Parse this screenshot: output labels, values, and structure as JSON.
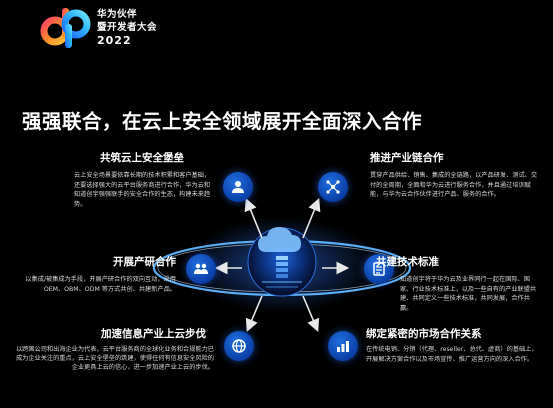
{
  "brand": {
    "line1": "华为伙伴",
    "line2": "暨开发者大会",
    "year": "2022"
  },
  "headline": "强强联合，在云上安全领域展开全面深入合作",
  "blocks": {
    "top_left": {
      "title": "共筑云上安全堡垒",
      "desc": "云上安全场景要依靠长期的技术积累和客户基础，还要选择强大的云平台服务商进行合作，华为云和知道创宇强强联手的安全合作的生态，构建未来趋势。"
    },
    "mid_left": {
      "title": "开展产研合作",
      "desc": "以集成/被集成为手段，开展产研合作的双向互动，采用OEM、OBM、ODM 等方式共创、共建新产品。"
    },
    "bottom_left": {
      "title": "加速信息产业上云步伐",
      "desc": "以跨国公司和出海企业为代表，云平台服务商的全球化业务和合规能力已成为企业关注的重点，云上安全堡垒的筑建，使得任何有信息安全风险的企业更具上云的信心，进一步加速产业上云的步伐。"
    },
    "top_right": {
      "title": "推进产业链合作",
      "desc": "贯穿产品供给、销售、集成的全链路，以产品研发、测试、交付的全周期，全面和华为云进行服务合作，并且通过培训赋能，与华为云合作伙伴进行产品、服务的合作。"
    },
    "mid_right": {
      "title": "共建技术标准",
      "desc": "知道创宇将于华为云及业界同行一起在国际、国家、行业技术标准上，以及一些自有的产业联盟共建、共同定义一些技术标准，共同发展，合作共赢。"
    },
    "bottom_right": {
      "title": "绑定紧密的市场合作关系",
      "desc": "在传统电销、分销（代理、reseller、总代、虚商）的基础上，开展解决方案合作以及市场宣传、推广运营方向的深入合作。"
    }
  },
  "icons": {
    "top_left": "shield-user-icon",
    "mid_left": "team-handshake-icon",
    "bottom_left": "globe-icon",
    "top_right": "network-icon",
    "mid_right": "document-standard-icon",
    "bottom_right": "market-chart-icon"
  },
  "colors": {
    "background": "#000000",
    "accent_blue": "#1f6fe0",
    "ring": "#5fb6ff"
  }
}
